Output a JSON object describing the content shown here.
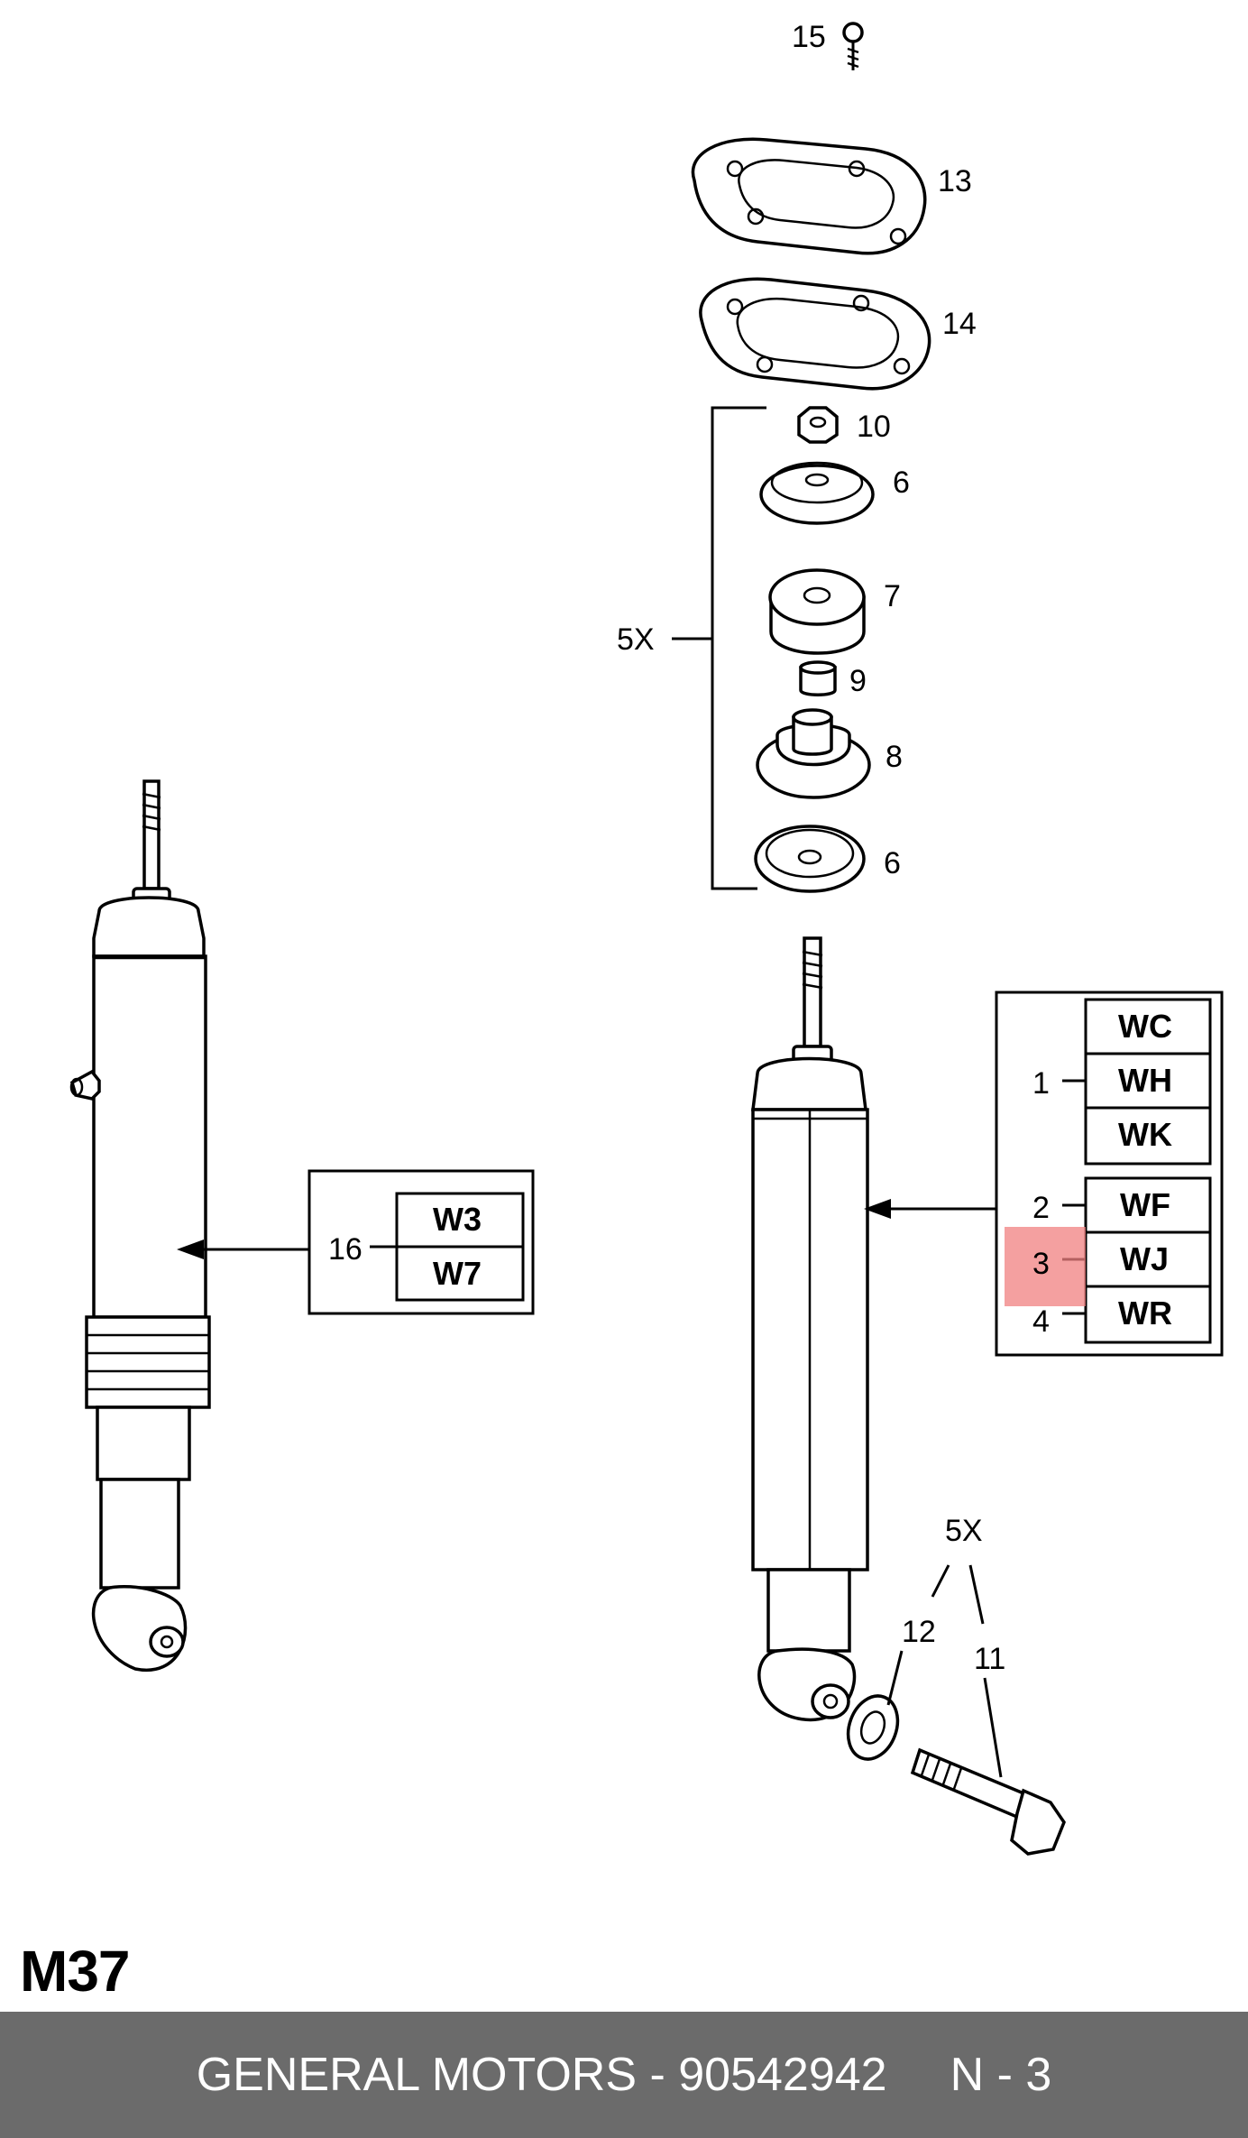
{
  "diagram": {
    "callouts": {
      "c15": "15",
      "c13": "13",
      "c14": "14",
      "c10": "10",
      "c6a": "6",
      "c7": "7",
      "c9": "9",
      "c8": "8",
      "c6b": "6",
      "c5x_top": "5X",
      "c16": "16",
      "c1": "1",
      "c2": "2",
      "c3": "3",
      "c4": "4",
      "c5x_bottom": "5X",
      "c12": "12",
      "c11": "11"
    },
    "left_codes": [
      "W3",
      "W7"
    ],
    "right_codes": [
      "WC",
      "WH",
      "WK",
      "WF",
      "WJ",
      "WR"
    ],
    "highlight_color": "#f08080"
  },
  "page_code": "M37",
  "footer": {
    "source": "GENERAL MOTORS - 90542942",
    "page": "N - 3"
  }
}
